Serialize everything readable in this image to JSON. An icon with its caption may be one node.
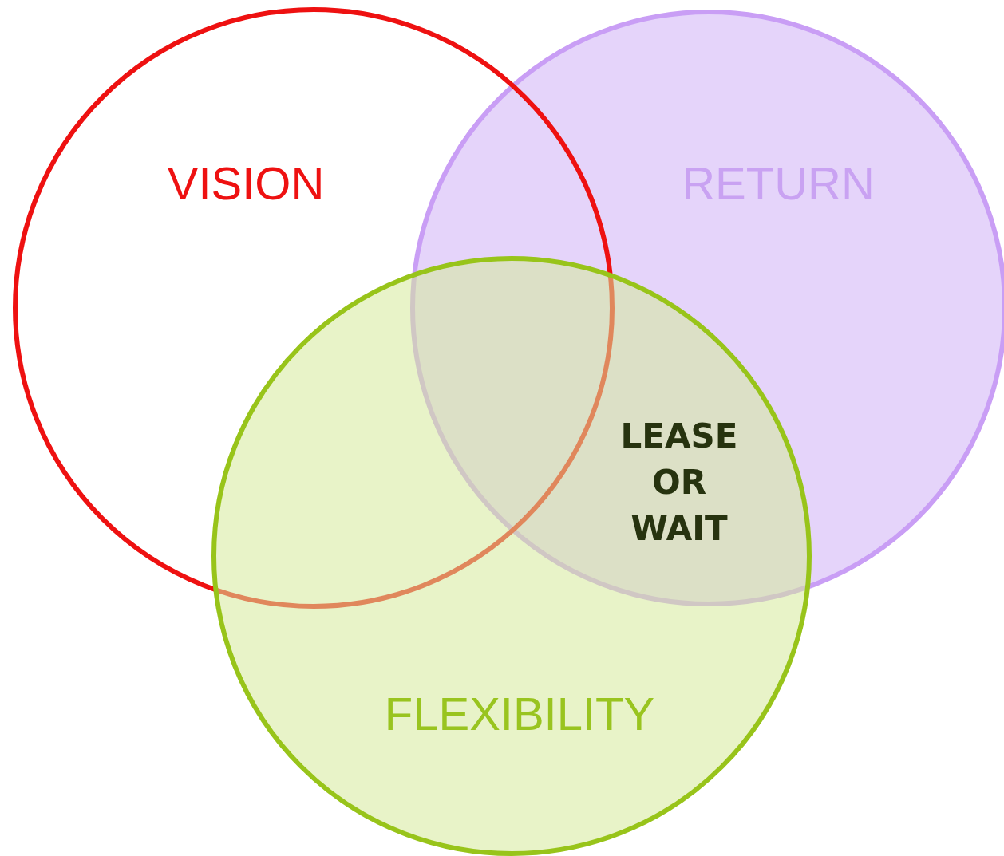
{
  "diagram": {
    "nodes": [
      {
        "text": [
          "VISION"
        ]
      },
      {
        "text": [
          "RETURN"
        ]
      },
      {
        "text": [
          "FLEXIBILITY"
        ]
      }
    ],
    "labels": [
      "LEASE OR WAIT"
    ]
  }
}
